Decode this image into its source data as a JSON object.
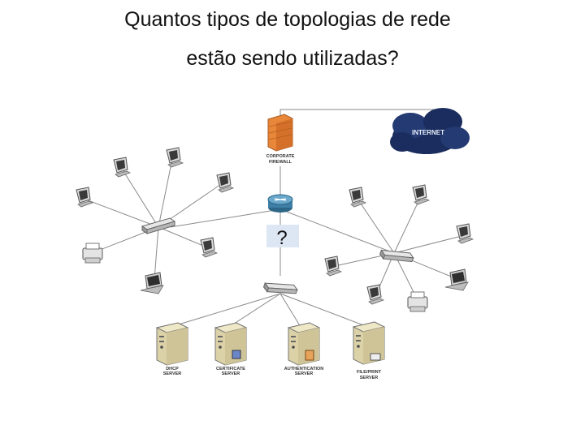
{
  "title": {
    "line1": "Quantos tipos de topologias de rede",
    "line2": "estão sendo utilizadas?"
  },
  "diagram": {
    "internet_label": "INTERNET",
    "firewall_label_1": "CORPORATE",
    "firewall_label_2": "FIREWALL",
    "question_mark": "?",
    "servers": [
      {
        "line1": "DHCP",
        "line2": "SERVER"
      },
      {
        "line1": "CERTIFICATE",
        "line2": "SERVER"
      },
      {
        "line1": "AUTHENTICATION",
        "line2": "SERVER"
      },
      {
        "line1": "FILE/PRINT",
        "line2": "SERVER"
      }
    ]
  },
  "colors": {
    "line": "#8a8a8a",
    "cloud": "#1b2d5e",
    "firewall": "#e8873a",
    "router": "#3d7fa6",
    "question_box": "#dde6f3"
  }
}
